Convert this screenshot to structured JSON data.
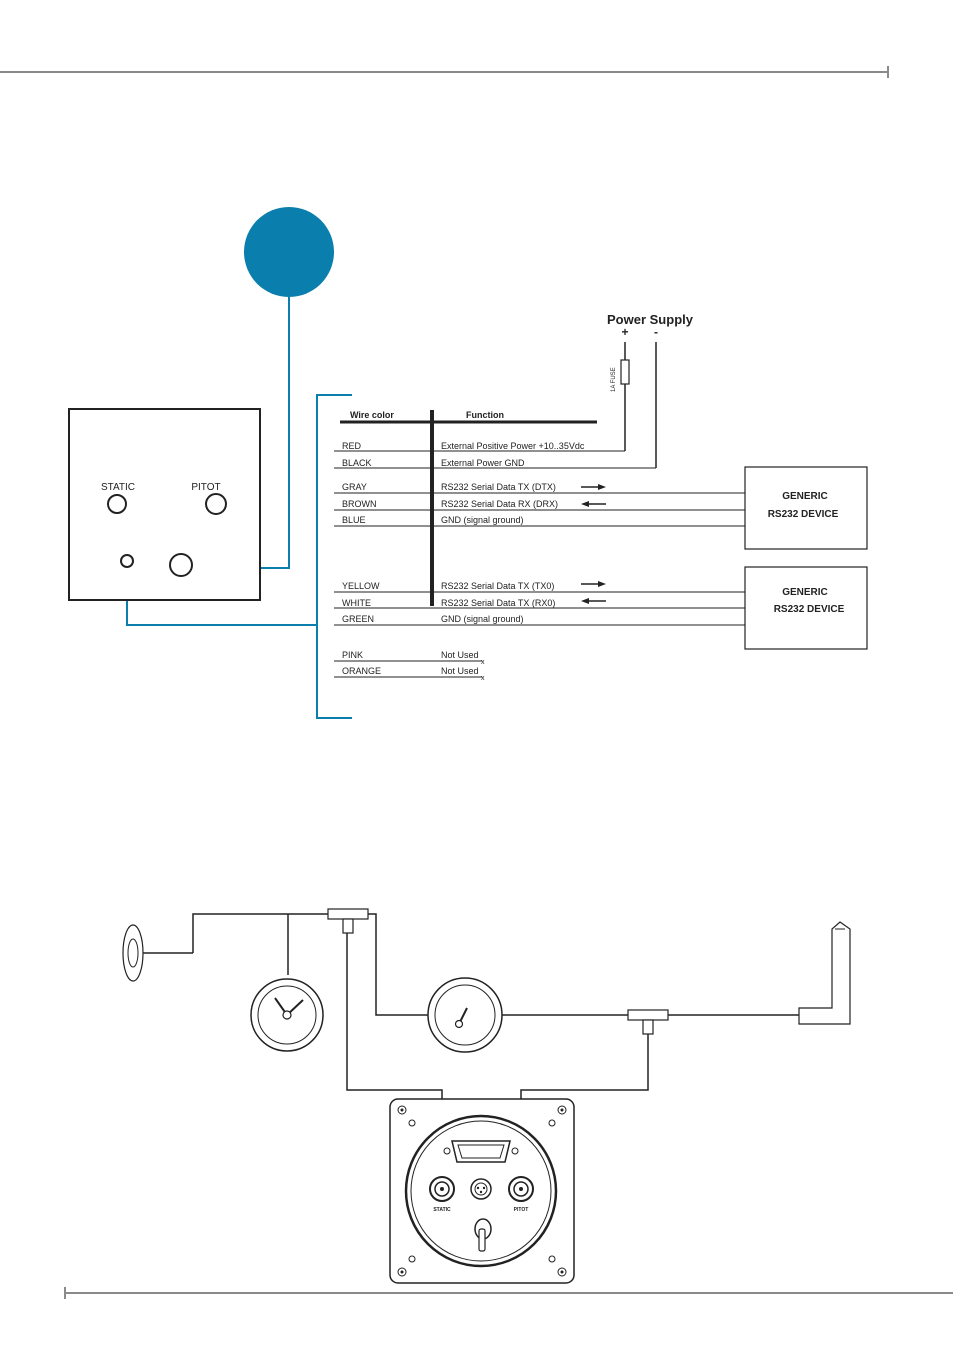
{
  "colors": {
    "accent": "#0a7fae",
    "line": "#222222",
    "rule": "#8a8a8a"
  },
  "port_panel": {
    "static_label": "STATIC",
    "pitot_label": "PITOT"
  },
  "power_supply": {
    "title": "Power Supply",
    "plus": "+",
    "minus": "-",
    "fuse_label": "1A FUSE"
  },
  "wiring_table": {
    "header_wire": "Wire color",
    "header_function": "Function",
    "rows": [
      {
        "color": "RED",
        "function": "External Positive Power +10..35Vdc"
      },
      {
        "color": "BLACK",
        "function": "External Power GND"
      },
      {
        "color": "GRAY",
        "function": "RS232 Serial Data TX (DTX)"
      },
      {
        "color": "BROWN",
        "function": "RS232 Serial Data RX (DRX)"
      },
      {
        "color": "BLUE",
        "function": "GND (signal ground)"
      },
      {
        "color": "YELLOW",
        "function": "RS232 Serial Data TX (TX0)"
      },
      {
        "color": "WHITE",
        "function": "RS232 Serial Data TX (RX0)"
      },
      {
        "color": "GREEN",
        "function": "GND (signal ground)"
      },
      {
        "color": "PINK",
        "function": "Not Used"
      },
      {
        "color": "ORANGE",
        "function": "Not Used"
      }
    ]
  },
  "devices": [
    {
      "line1": "GENERIC",
      "line2": "RS232 DEVICE"
    },
    {
      "line1": "GENERIC",
      "line2": "RS232 DEVICE"
    }
  ],
  "instrument_back": {
    "static_label": "STATIC",
    "pitot_label": "PITOT"
  }
}
